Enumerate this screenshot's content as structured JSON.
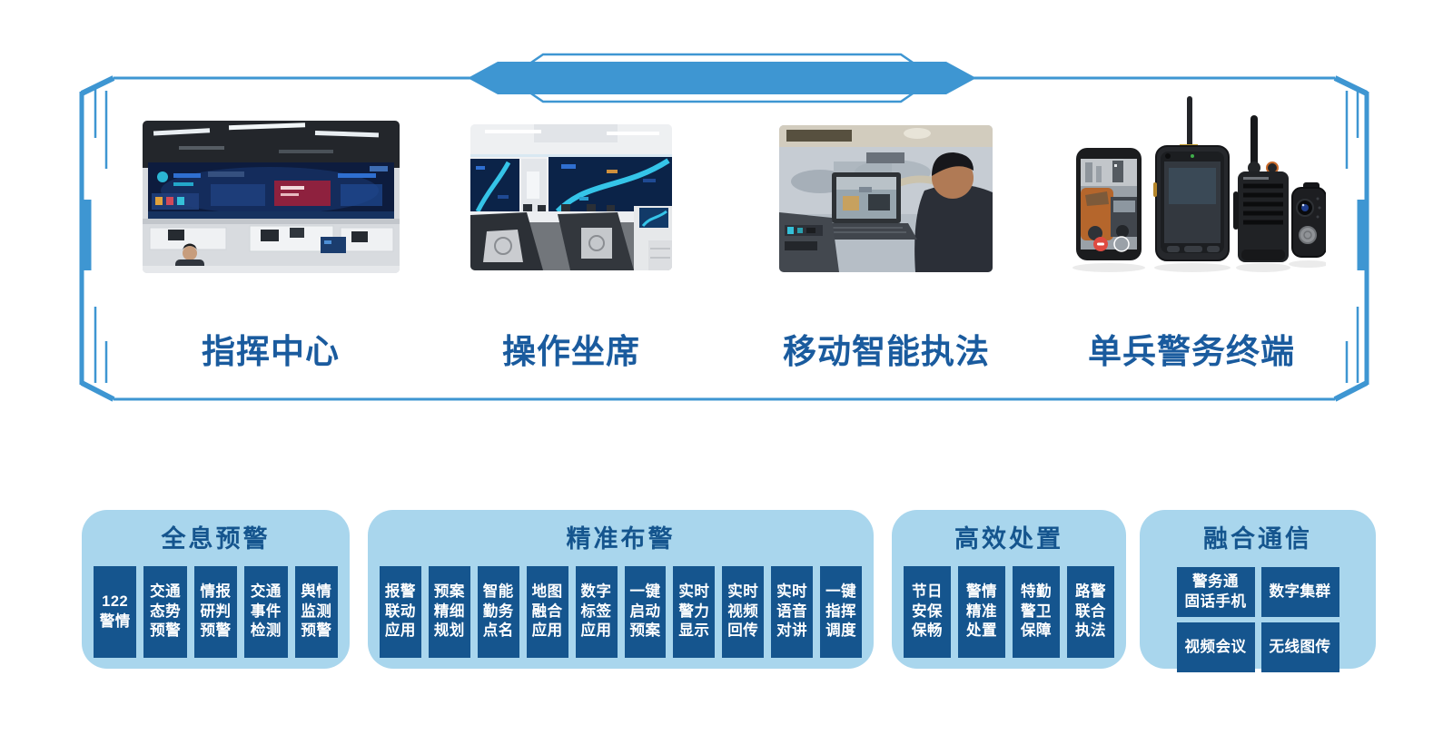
{
  "gallery": [
    {
      "label": "指挥中心",
      "photo": "command-center"
    },
    {
      "label": "操作坐席",
      "photo": "operator-seats"
    },
    {
      "label": "移动智能执法",
      "photo": "mobile-enforcement"
    },
    {
      "label": "单兵警务终端",
      "photo": "portable-police-terminals"
    }
  ],
  "panels": [
    {
      "id": "holographic-warning",
      "title": "全息预警",
      "tiles": [
        "122\n警情",
        "交通\n态势\n预警",
        "情报\n研判\n预警",
        "交通\n事件\n检测",
        "舆情\n监测\n预警"
      ]
    },
    {
      "id": "precise-deployment",
      "title": "精准布警",
      "tiles": [
        "报警\n联动\n应用",
        "预案\n精细\n规划",
        "智能\n勤务\n点名",
        "地图\n融合\n应用",
        "数字\n标签\n应用",
        "一键\n启动\n预案",
        "实时\n警力\n显示",
        "实时\n视频\n回传",
        "实时\n语音\n对讲",
        "一键\n指挥\n调度"
      ]
    },
    {
      "id": "efficient-handling",
      "title": "高效处置",
      "tiles": [
        "节日\n安保\n保畅",
        "警情\n精准\n处置",
        "特勤\n警卫\n保障",
        "路警\n联合\n执法"
      ]
    },
    {
      "id": "converged-communication",
      "title": "融合通信",
      "tiles": [
        "警务通\n固话手机",
        "数字集群",
        "视频会议",
        "无线图传"
      ]
    }
  ],
  "colors": {
    "frame_blue": "#3e96d2",
    "panel_bg": "#a9d6ed",
    "tile_bg": "#15558e",
    "title_text": "#15558e",
    "label_text": "#1a5b9e",
    "tile_text": "#ffffff"
  }
}
